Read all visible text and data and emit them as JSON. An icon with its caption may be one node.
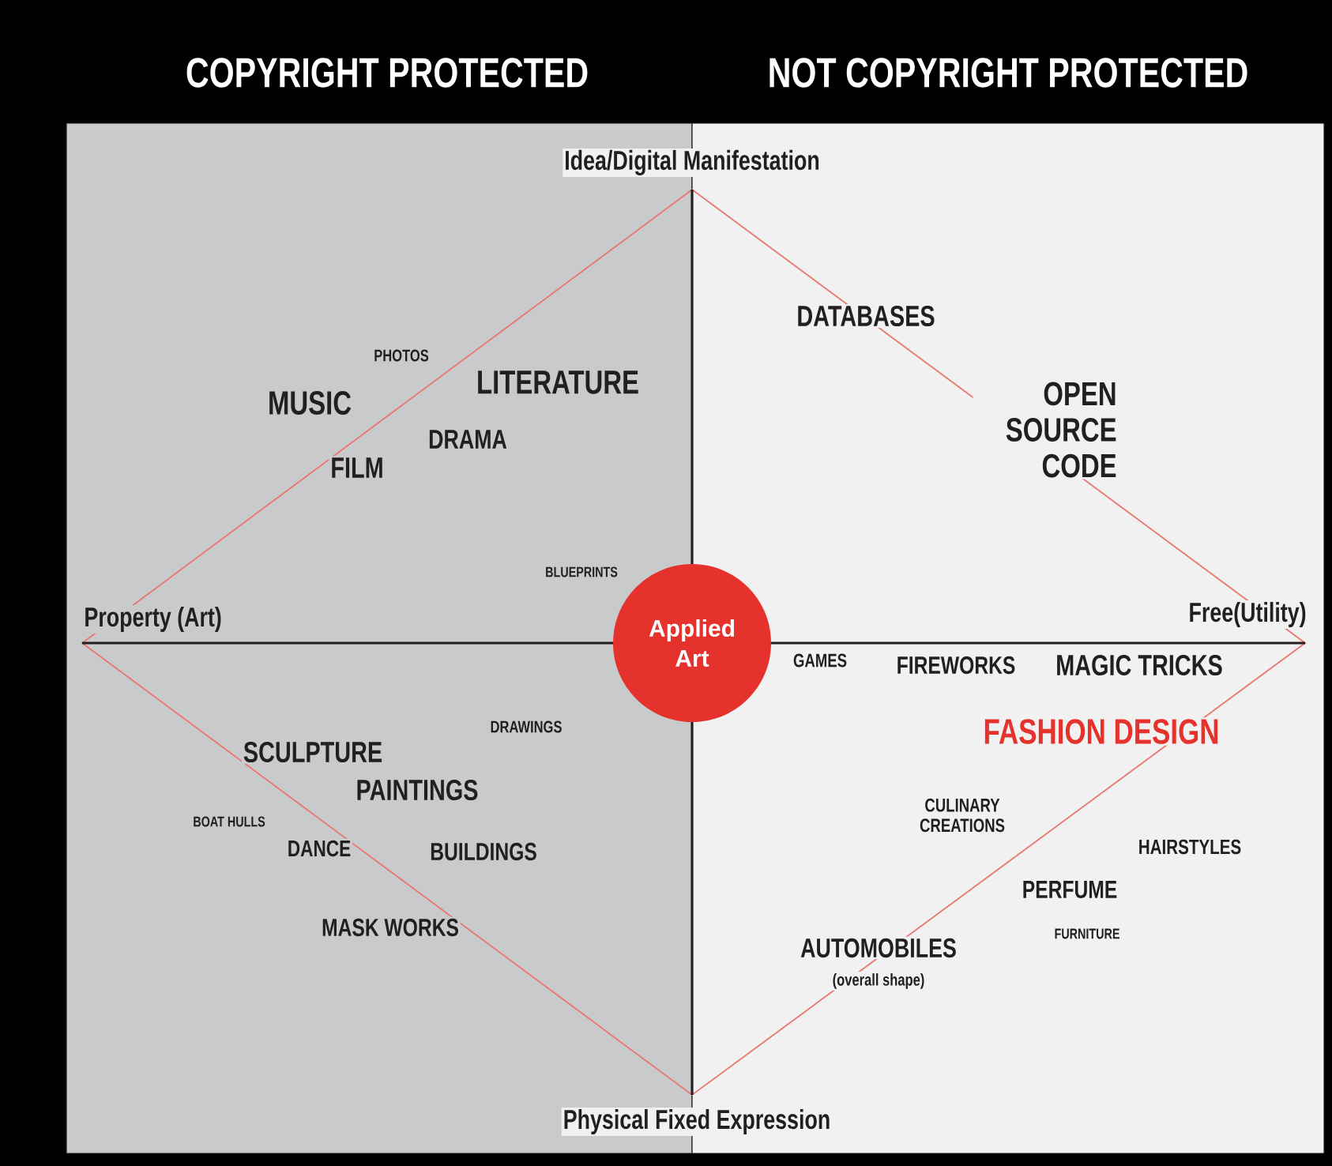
{
  "diagram": {
    "nodes": [
      {
        "text": [
          "COPYRIGHT PROTECTED"
        ]
      },
      {
        "text": [
          "NOT COPYRIGHT PROTECTED"
        ]
      },
      {
        "text": [
          "Applied Art"
        ]
      }
    ],
    "labels": [
      "Idea/Digital Manifestation",
      "PHOTOS",
      "MUSIC",
      "LITERATURE",
      "DRAMA",
      "FILM",
      "DATABASES",
      "OPEN SOURCE CODE",
      "BLUEPRINTS",
      "Property (Art)",
      "Free(Utility)",
      "GAMES",
      "FIREWORKS",
      "MAGIC TRICKS",
      "DRAWINGS",
      "FASHION DESIGN",
      "SCULPTURE",
      "PAINTINGS",
      "CULINARY CREATIONS",
      "BOAT HULLS",
      "DANCE",
      "BUILDINGS",
      "HAIRSTYLES",
      "PERFUME",
      "MASK WORKS",
      "FURNITURE",
      "AUTOMOBILES",
      "(overall shape)",
      "Physical Fixed Expression"
    ]
  }
}
